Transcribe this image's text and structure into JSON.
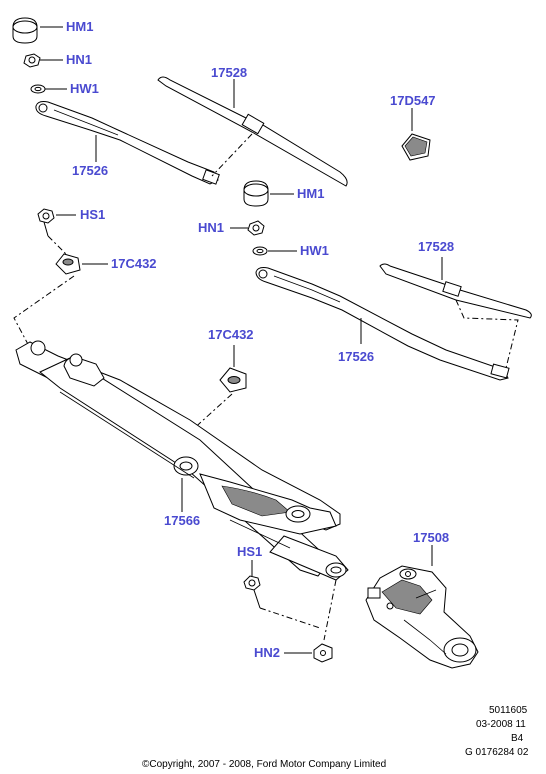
{
  "colors": {
    "callout": "#4a4ad0",
    "line": "#000000",
    "part_fill": "#ffffff",
    "shade": "#8a8a8a"
  },
  "callouts": {
    "hm1_top": "HM1",
    "hn1_top": "HN1",
    "hw1_top": "HW1",
    "arm_left": "17526",
    "blade_left": "17528",
    "cap_17d547": "17D547",
    "hs1_left": "HS1",
    "grommet_left": "17C432",
    "hm1_right": "HM1",
    "hn1_right": "HN1",
    "hw1_right": "HW1",
    "blade_right": "17528",
    "arm_right": "17526",
    "grommet_center": "17C432",
    "linkage": "17566",
    "motor": "17508",
    "hs1_lower": "HS1",
    "hn2": "HN2"
  },
  "footer": {
    "ref_number": "5011605",
    "date_code": "03-2008 11",
    "page_code": "B4",
    "drawing_number": "G 0176284 02",
    "copyright": "©Copyright, 2007 - 2008, Ford Motor Company Limited"
  }
}
